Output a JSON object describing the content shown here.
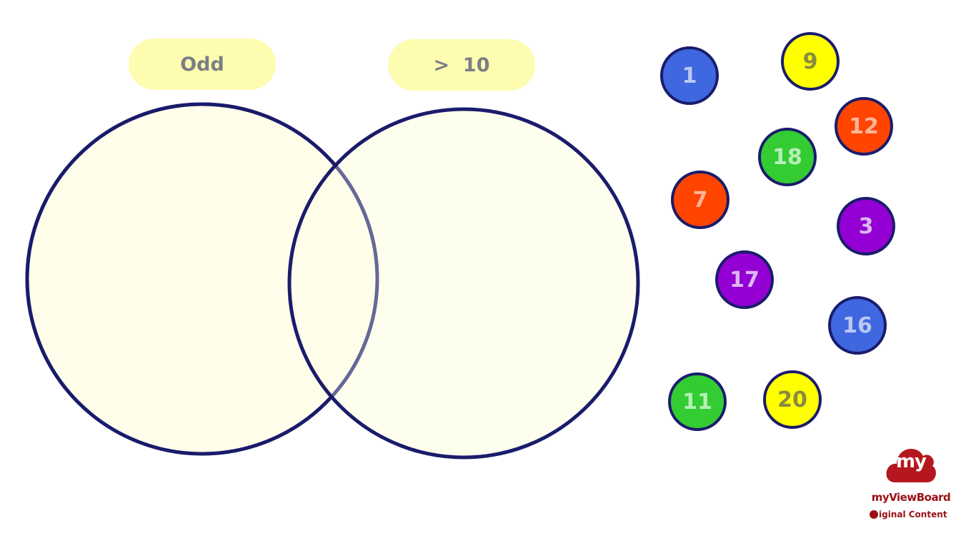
{
  "labels": {
    "left": "Odd",
    "right": ">  10"
  },
  "colors": {
    "circle_fill": "#fefeea",
    "circle_stroke": "#1a1c6b",
    "pill_fill": "#fdfcb0",
    "pill_text": "#7a7e86",
    "brand": "#9b1016"
  },
  "tokens": [
    {
      "value": "1",
      "color": "#3f67e0",
      "text_color": "#b9c8f4"
    },
    {
      "value": "9",
      "color": "#ffff00",
      "text_color": "#8a8a40"
    },
    {
      "value": "12",
      "color": "#ff4500",
      "text_color": "#ffb49a"
    },
    {
      "value": "18",
      "color": "#33cc33",
      "text_color": "#b6efb6"
    },
    {
      "value": "7",
      "color": "#ff4500",
      "text_color": "#ffb49a"
    },
    {
      "value": "3",
      "color": "#9400d3",
      "text_color": "#dcb6f2"
    },
    {
      "value": "17",
      "color": "#9400d3",
      "text_color": "#dcb6f2"
    },
    {
      "value": "16",
      "color": "#3f67e0",
      "text_color": "#b9c8f4"
    },
    {
      "value": "11",
      "color": "#33cc33",
      "text_color": "#b6efb6"
    },
    {
      "value": "20",
      "color": "#ffff00",
      "text_color": "#8a8a40"
    }
  ],
  "logo": {
    "mark": "my",
    "brand": "myViewBoard",
    "sub": "iginal Content",
    "icon": "cloud-icon"
  }
}
